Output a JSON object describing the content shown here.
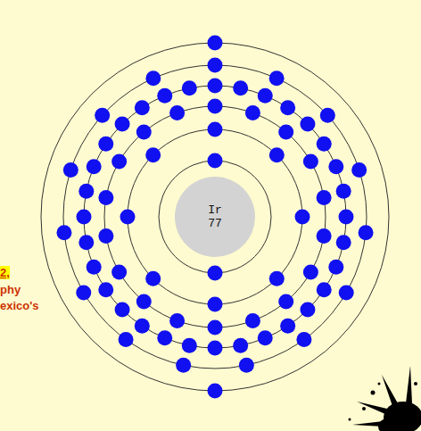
{
  "diagram": {
    "nodes": [
      {
        "text": [
          "Ir",
          "77"
        ]
      }
    ],
    "labels": [
      "2,",
      "phy",
      "exico's"
    ]
  }
}
